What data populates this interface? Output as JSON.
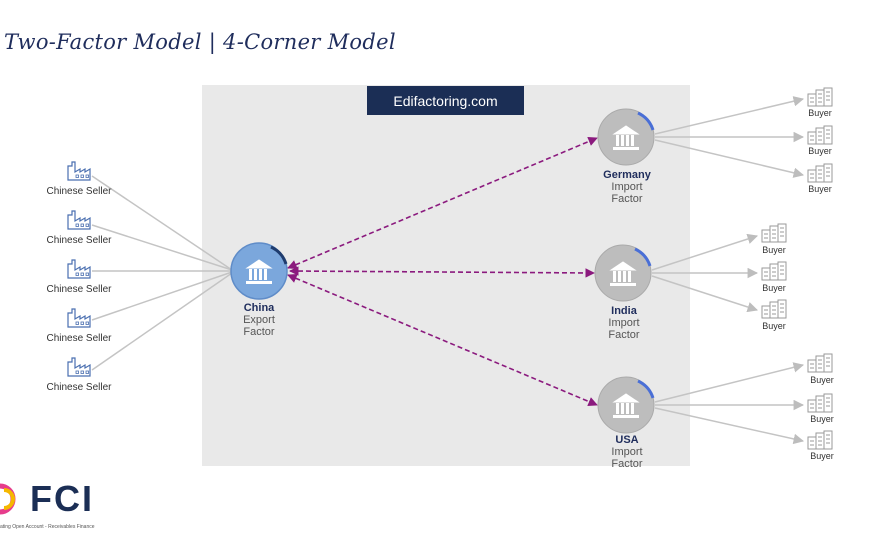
{
  "title": "Two-Factor Model | 4-Corner Model",
  "banner": "Edifactoring.com",
  "sellers": [
    {
      "label": "Chinese Seller"
    },
    {
      "label": "Chinese Seller"
    },
    {
      "label": "Chinese Seller"
    },
    {
      "label": "Chinese Seller"
    },
    {
      "label": "Chinese Seller"
    }
  ],
  "export_factor": {
    "country": "China",
    "line1": "Export",
    "line2": "Factor"
  },
  "import_factors": [
    {
      "country": "Germany",
      "line1": "Import",
      "line2": "Factor",
      "buyers": [
        "Buyer",
        "Buyer",
        "Buyer"
      ]
    },
    {
      "country": "India",
      "line1": "Import",
      "line2": "Factor",
      "buyers": [
        "Buyer",
        "Buyer",
        "Buyer"
      ]
    },
    {
      "country": "USA",
      "line1": "Import",
      "line2": "Factor",
      "buyers": [
        "Buyer",
        "Buyer",
        "Buyer"
      ]
    }
  ],
  "logo": {
    "text": "FCI",
    "tagline": "ating Open Account - Receivables Finance"
  },
  "colors": {
    "export_node": "#7ba7dc",
    "import_node": "#bdbdbd",
    "dashed_link": "#8b1a7e",
    "ring_accent": "#4a6fd6",
    "banner_bg": "#1b2e55"
  }
}
